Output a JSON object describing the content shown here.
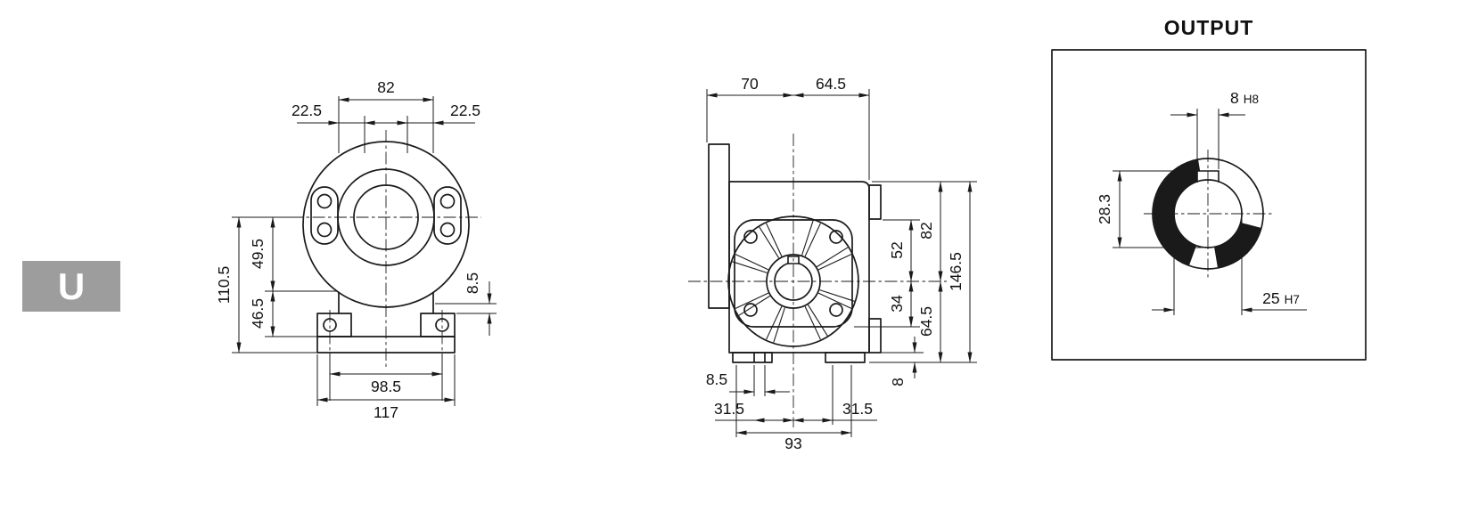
{
  "page": {
    "background": "#ffffff",
    "line_color": "#1a1a1a",
    "section_badge": {
      "label": "U",
      "bg_color": "#9d9d9d",
      "text_color": "#ffffff"
    }
  },
  "front_view": {
    "name": "gearbox front view",
    "dims": {
      "top_width": "82",
      "top_offset_left": "22.5",
      "top_offset_right": "22.5",
      "height_total": "110.5",
      "center_to_mid": "49.5",
      "mid_to_base": "46.5",
      "foot_step": "8.5",
      "foot_hole_spacing": "98.5",
      "base_width": "117"
    }
  },
  "side_view": {
    "name": "gearbox side view",
    "dims": {
      "flange_to_center": "70",
      "center_to_face": "64.5",
      "center_to_flange_top": "52",
      "center_to_top": "82",
      "center_to_flange_bottom": "34",
      "center_to_base": "64.5",
      "height_total": "146.5",
      "slot_width": "8.5",
      "center_to_left_foot": "31.5",
      "center_to_right_foot": "31.5",
      "foot_spacing": "93",
      "foot_pad_height": "8"
    }
  },
  "output_detail": {
    "title": "OUTPUT",
    "dims": {
      "keyway_width_value": "8",
      "keyway_width_tol": "H8",
      "keyway_depth": "28.3",
      "bore_value": "25",
      "bore_tol": "H7"
    }
  }
}
